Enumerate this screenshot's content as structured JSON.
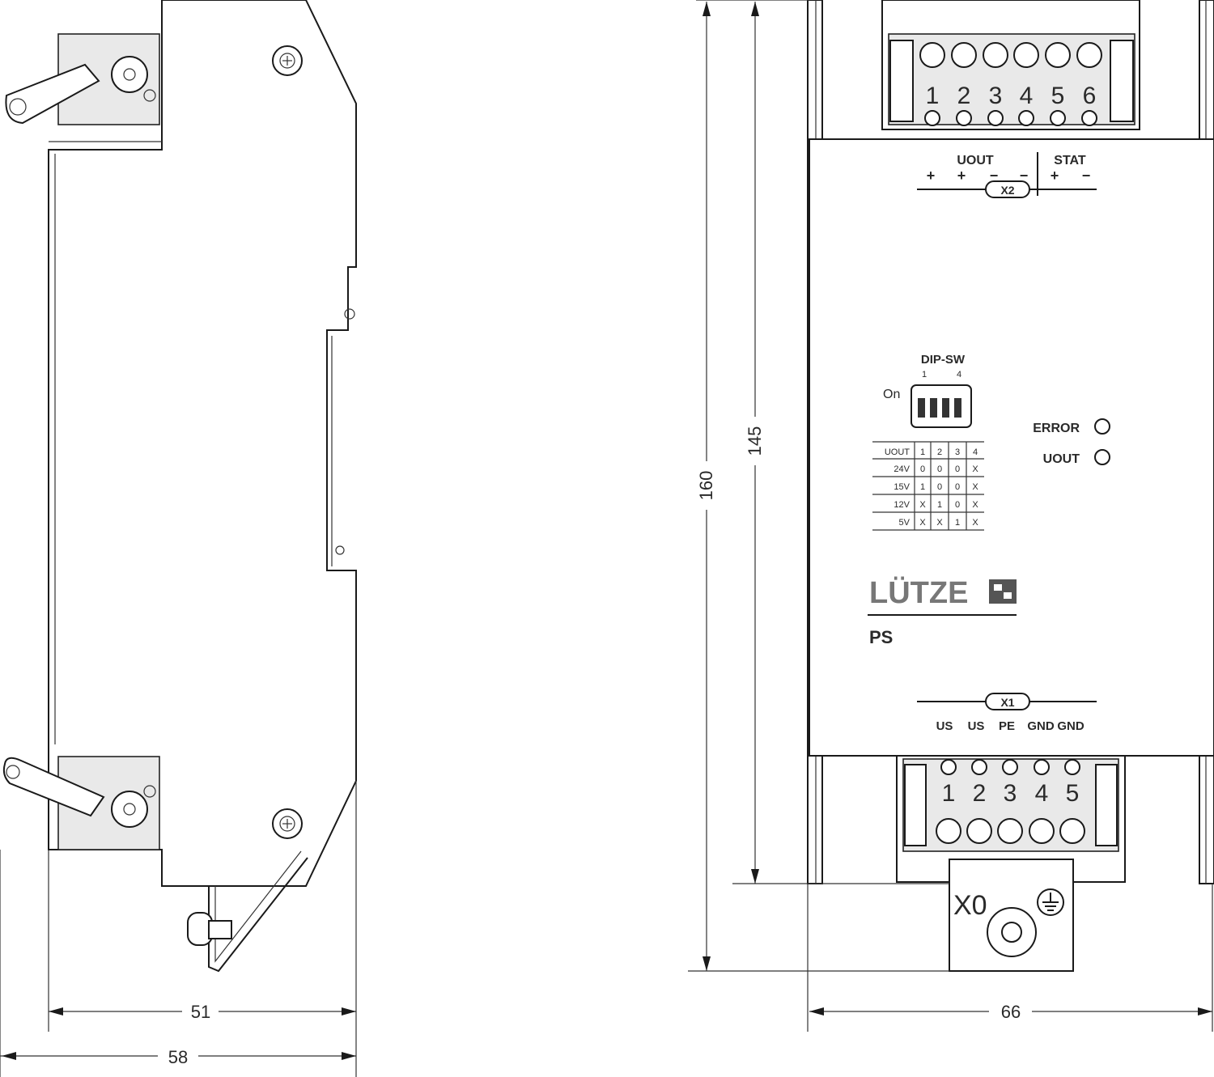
{
  "side_view": {
    "dim_inner": "51",
    "dim_outer": "58"
  },
  "front_view": {
    "dim_height_total": "160",
    "dim_height_body": "145",
    "dim_width": "66",
    "top_terminal_numbers": [
      "1",
      "2",
      "3",
      "4",
      "5",
      "6"
    ],
    "top_labels": {
      "uout": "UOUT",
      "stat": "STAT",
      "signs": [
        "+",
        "+",
        "−",
        "−",
        "+",
        "−"
      ],
      "connector": "X2"
    },
    "dip": {
      "title": "DIP-SW",
      "pos_left": "1",
      "pos_right": "4",
      "on_label": "On"
    },
    "table": {
      "header": [
        "UOUT",
        "1",
        "2",
        "3",
        "4"
      ],
      "rows": [
        [
          "24V",
          "0",
          "0",
          "0",
          "X"
        ],
        [
          "15V",
          "1",
          "0",
          "0",
          "X"
        ],
        [
          "12V",
          "X",
          "1",
          "0",
          "X"
        ],
        [
          "5V",
          "X",
          "X",
          "1",
          "X"
        ]
      ]
    },
    "leds": {
      "error": "ERROR",
      "uout": "UOUT"
    },
    "brand": "LÜTZE",
    "product": "PS",
    "bottom_connector": "X1",
    "bottom_labels": [
      "US",
      "US",
      "PE",
      "GND",
      "GND"
    ],
    "bottom_terminal_numbers": [
      "1",
      "2",
      "3",
      "4",
      "5"
    ],
    "ground_block": "X0"
  }
}
